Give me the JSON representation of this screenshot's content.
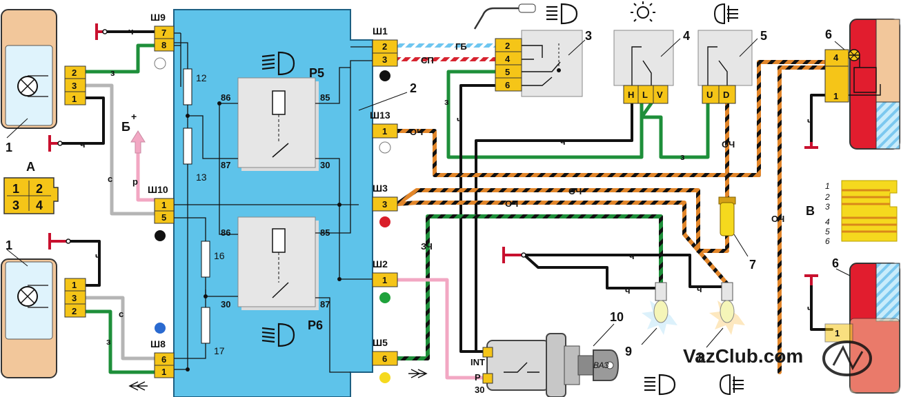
{
  "components": {
    "headlamp_top": "1",
    "headlamp_bottom": "1",
    "relay_unit": "2",
    "column_switch": "3",
    "headlight_switch": "4",
    "foglight_switch": "5",
    "rear_lamp_top": "6",
    "rear_lamp_bottom": "6",
    "fuse_holder": "7",
    "lamp_9": "9",
    "lamp_8": "8",
    "ignition_switch": "10"
  },
  "connector_a": {
    "label": "А",
    "pins": [
      "1",
      "2",
      "3",
      "4"
    ]
  },
  "connector_b": {
    "label": "В",
    "lines": [
      "1",
      "2",
      "3",
      "4",
      "5",
      "6"
    ]
  },
  "relays": {
    "p5": {
      "name": "P5",
      "pins": [
        "86",
        "85",
        "87",
        "30"
      ]
    },
    "p6": {
      "name": "P6",
      "pins": [
        "86",
        "85",
        "30",
        "87"
      ]
    }
  },
  "fuses": [
    "12",
    "13",
    "16",
    "17"
  ],
  "blocks": {
    "sh9": {
      "name": "Ш9",
      "pins": [
        "7",
        "8"
      ]
    },
    "sh10": {
      "name": "Ш10",
      "pins": [
        "1",
        "5"
      ]
    },
    "sh8": {
      "name": "Ш8",
      "pins": [
        "6",
        "1"
      ]
    },
    "sh1": {
      "name": "Ш1",
      "pins": [
        "2",
        "3"
      ]
    },
    "sh13": {
      "name": "Ш13",
      "pins": [
        "1"
      ]
    },
    "sh3": {
      "name": "Ш3",
      "pins": [
        "3"
      ]
    },
    "sh2": {
      "name": "Ш2",
      "pins": [
        "1"
      ]
    },
    "sh5": {
      "name": "Ш5",
      "pins": [
        "6"
      ]
    }
  },
  "headlamp_top_pins": [
    "2",
    "3",
    "1"
  ],
  "headlamp_bottom_pins": [
    "1",
    "3",
    "2"
  ],
  "switch3_pins": [
    "2",
    "4",
    "5",
    "6"
  ],
  "switch4_pins": [
    "H",
    "L",
    "V"
  ],
  "switch5_pins": [
    "U",
    "D"
  ],
  "rear_top_pins": [
    "4",
    "1"
  ],
  "rear_bottom_pins": [
    "1"
  ],
  "ignition_pins": [
    "INT",
    "30"
  ],
  "key_text": "ВАЗ",
  "battery_label": "Б",
  "battery_sign": "+",
  "wire_labels": {
    "black": "ч",
    "green": "з",
    "grey": "с",
    "pink": "р",
    "blue_white": "ГБ",
    "red_white": "СП",
    "orange_black": "ОЧ",
    "green_black": "ЗЧ",
    "p_pin": "Р"
  },
  "watermark": "VazClub.com",
  "colors": {
    "block_blue": "#5ec3ea",
    "connector_yellow": "#f5c518",
    "relay_grey": "#e6e6e6",
    "wire_green": "#1e8f3a",
    "wire_grey": "#b5b5b5",
    "wire_pink": "#f2a7c3",
    "wire_orange": "#e2862a",
    "ground_red": "#c8102e",
    "lamp_red": "#e11d2e"
  }
}
